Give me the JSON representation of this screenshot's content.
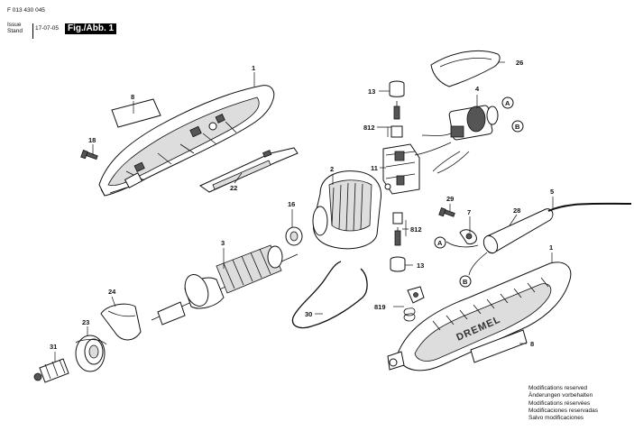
{
  "header": {
    "part_code": "F 013 430 045",
    "issue_label": "Issue",
    "stand_label": "Stand",
    "date": "17-07-05",
    "figure": "Fig./Abb. 1"
  },
  "footer_notes": [
    "Modifications reserved",
    "Änderungen vorbehalten",
    "Modifications réservées",
    "Modificaciones reservadas",
    "Salvo modificaciones"
  ],
  "brand_on_housing": "DREMEL",
  "part_numbers": {
    "p1_top": "1",
    "p8_top": "8",
    "p18": "18",
    "p22": "22",
    "p13_top": "13",
    "p812_top": "812",
    "p11": "11",
    "p26": "26",
    "p4": "4",
    "cA_top": "A",
    "cB_top": "B",
    "p2": "2",
    "p16": "16",
    "p3": "3",
    "p812_bot": "812",
    "p13_bot": "13",
    "p819": "819",
    "p29": "29",
    "p7": "7",
    "p28": "28",
    "p5": "5",
    "p1_right": "1",
    "cA_bot": "A",
    "cB_bot": "B",
    "p24": "24",
    "p23": "23",
    "p31": "31",
    "p30": "30",
    "p8_bot": "8"
  }
}
